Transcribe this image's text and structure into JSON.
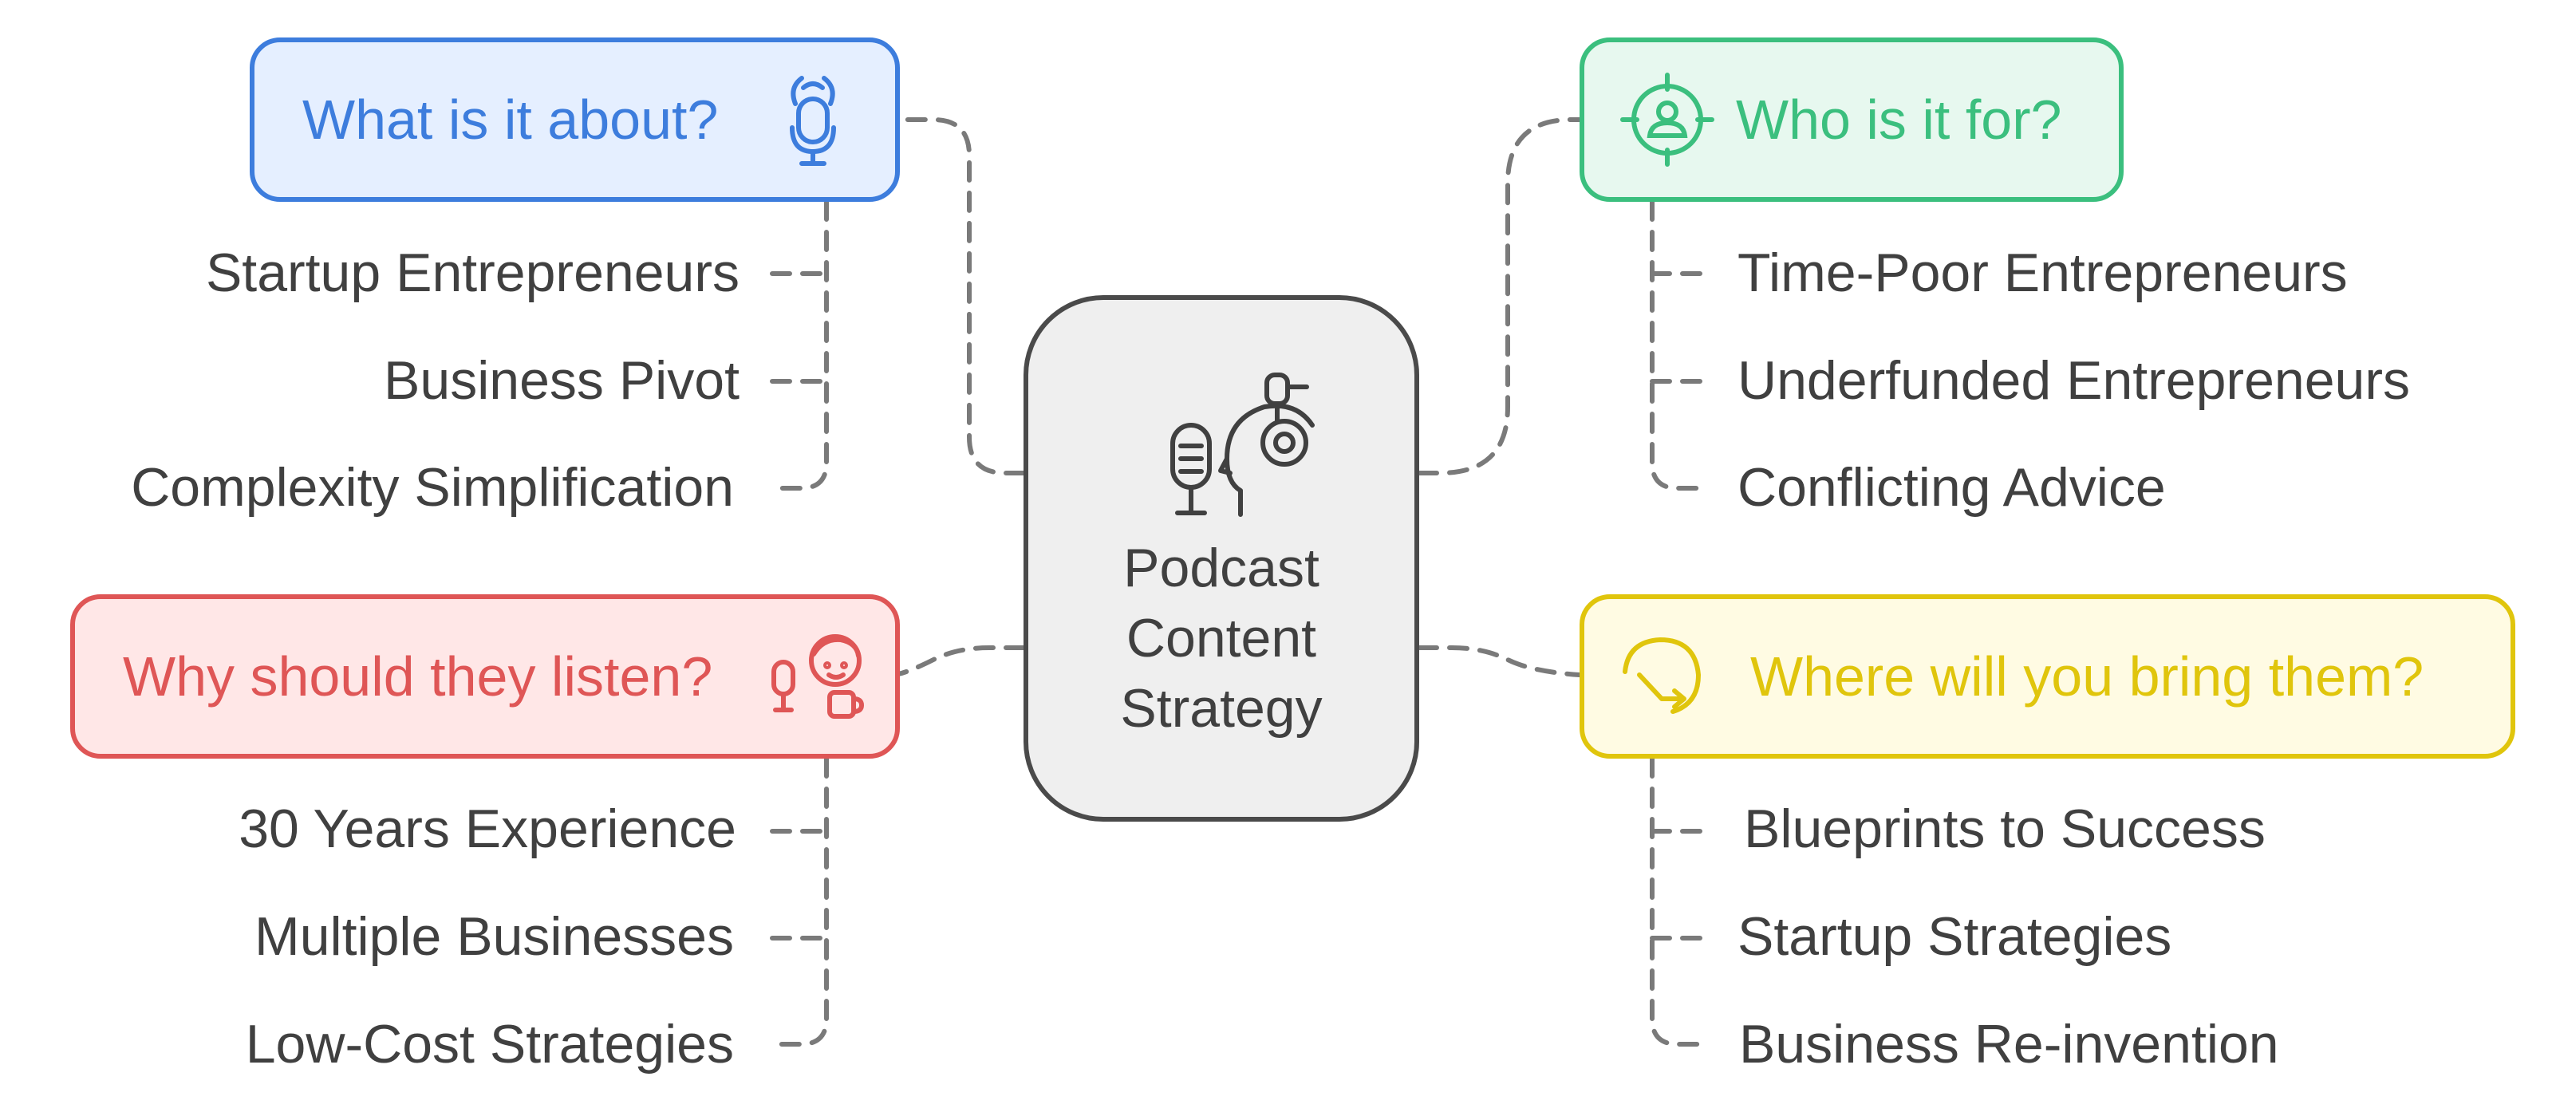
{
  "center": {
    "title_lines": [
      "Podcast",
      "Content",
      "Strategy"
    ],
    "icon": "podcast-host-microphone-icon"
  },
  "colors": {
    "line": "#7a7a7a",
    "text": "#404040",
    "blue": "#3d7ddd",
    "blue_bg": "#e5efff",
    "green": "#3bbf7e",
    "green_bg": "#e7f8ef",
    "red": "#df5656",
    "red_bg": "#ffe7e7",
    "yellow": "#e0c50c",
    "yellow_bg": "#fffbe3"
  },
  "branches": {
    "what": {
      "title": "What is it about?",
      "icon": "podcast-microphone-icon",
      "items": [
        "Startup Entrepreneurs",
        "Business Pivot",
        "Complexity Simplification"
      ]
    },
    "who": {
      "title": "Who is it for?",
      "icon": "target-audience-icon",
      "items": [
        "Time-Poor Entrepreneurs",
        "Underfunded Entrepreneurs",
        "Conflicting Advice"
      ]
    },
    "why": {
      "title": "Why should they listen?",
      "icon": "host-with-microphone-icon",
      "items": [
        "30 Years Experience",
        "Multiple Businesses",
        "Low-Cost Strategies"
      ]
    },
    "where": {
      "title": "Where will you bring them?",
      "icon": "redirect-arrow-icon",
      "items": [
        "Blueprints to Success",
        "Startup Strategies",
        "Business Re-invention"
      ]
    }
  }
}
